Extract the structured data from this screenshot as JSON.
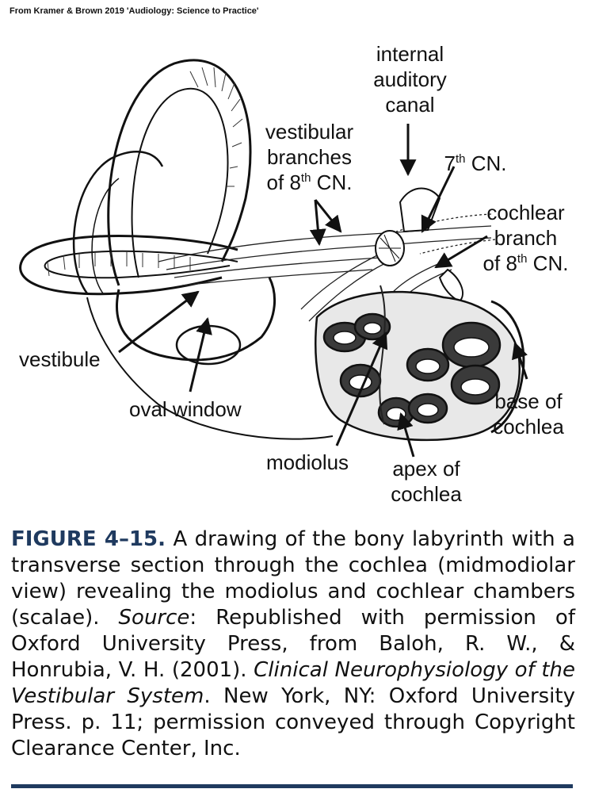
{
  "header": {
    "source_note": "From Kramer & Brown 2019 'Audiology: Science to Practice'"
  },
  "labels": {
    "internal_auditory_canal": [
      "internal",
      "auditory",
      "canal"
    ],
    "vestibular_branches": [
      "vestibular",
      "branches"
    ],
    "vestibular_branches_of": "of 8",
    "cn_superscript": "th",
    "cn_text": " CN.",
    "seventh_cn_num": "7",
    "cochlear_branch": [
      "cochlear",
      "branch"
    ],
    "cochlear_branch_of": "of 8",
    "vestibule": "vestibule",
    "oval_window": "oval window",
    "modiolus": "modiolus",
    "apex_of_cochlea": [
      "apex of",
      "cochlea"
    ],
    "base_of_cochlea": [
      "base of",
      "cochlea"
    ]
  },
  "caption": {
    "figure_label": "FIGURE 4–15.",
    "text_1": " A drawing of the bony labyrinth with a transverse section through the cochlea (midmodiolar view) revealing the modiolus and cochlear chambers (scalae). ",
    "source_label": "Source",
    "text_2": ": Republished with permission of Oxford University Press, from Baloh, R. W., & Honrubia, V. H. (2001). ",
    "book_title": "Clinical Neurophysiology of the Vestibular System",
    "text_3": ". New York, NY: Oxford University Press. p. 11; permission conveyed through Copyright Clearance Center, Inc."
  },
  "colors": {
    "accent": "#1f3a5f",
    "ink": "#111111"
  }
}
